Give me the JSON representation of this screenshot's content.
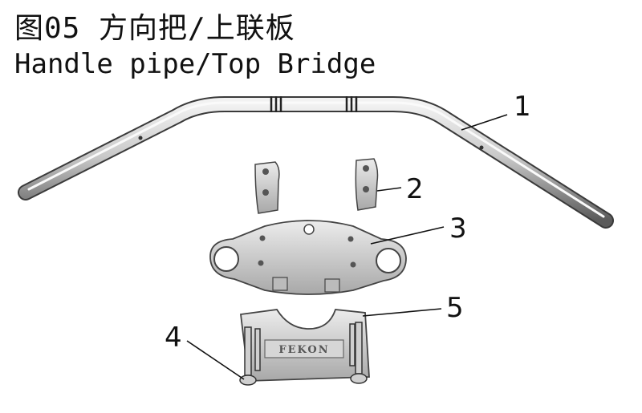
{
  "header": {
    "title_cn": "图05 方向把/上联板",
    "title_en": "Handle pipe/Top Bridge"
  },
  "parts": [
    {
      "number": "1",
      "name": "handle-pipe"
    },
    {
      "number": "2",
      "name": "handlebar-holder-upper"
    },
    {
      "number": "3",
      "name": "top-bridge"
    },
    {
      "number": "4",
      "name": "bolt"
    },
    {
      "number": "5",
      "name": "handlebar-holder-lower"
    }
  ],
  "emboss_text": "FEKON",
  "colors": {
    "metal_light": "#e9e9e9",
    "metal_mid": "#bdbdbd",
    "metal_dark": "#555555",
    "ink": "#111111"
  }
}
